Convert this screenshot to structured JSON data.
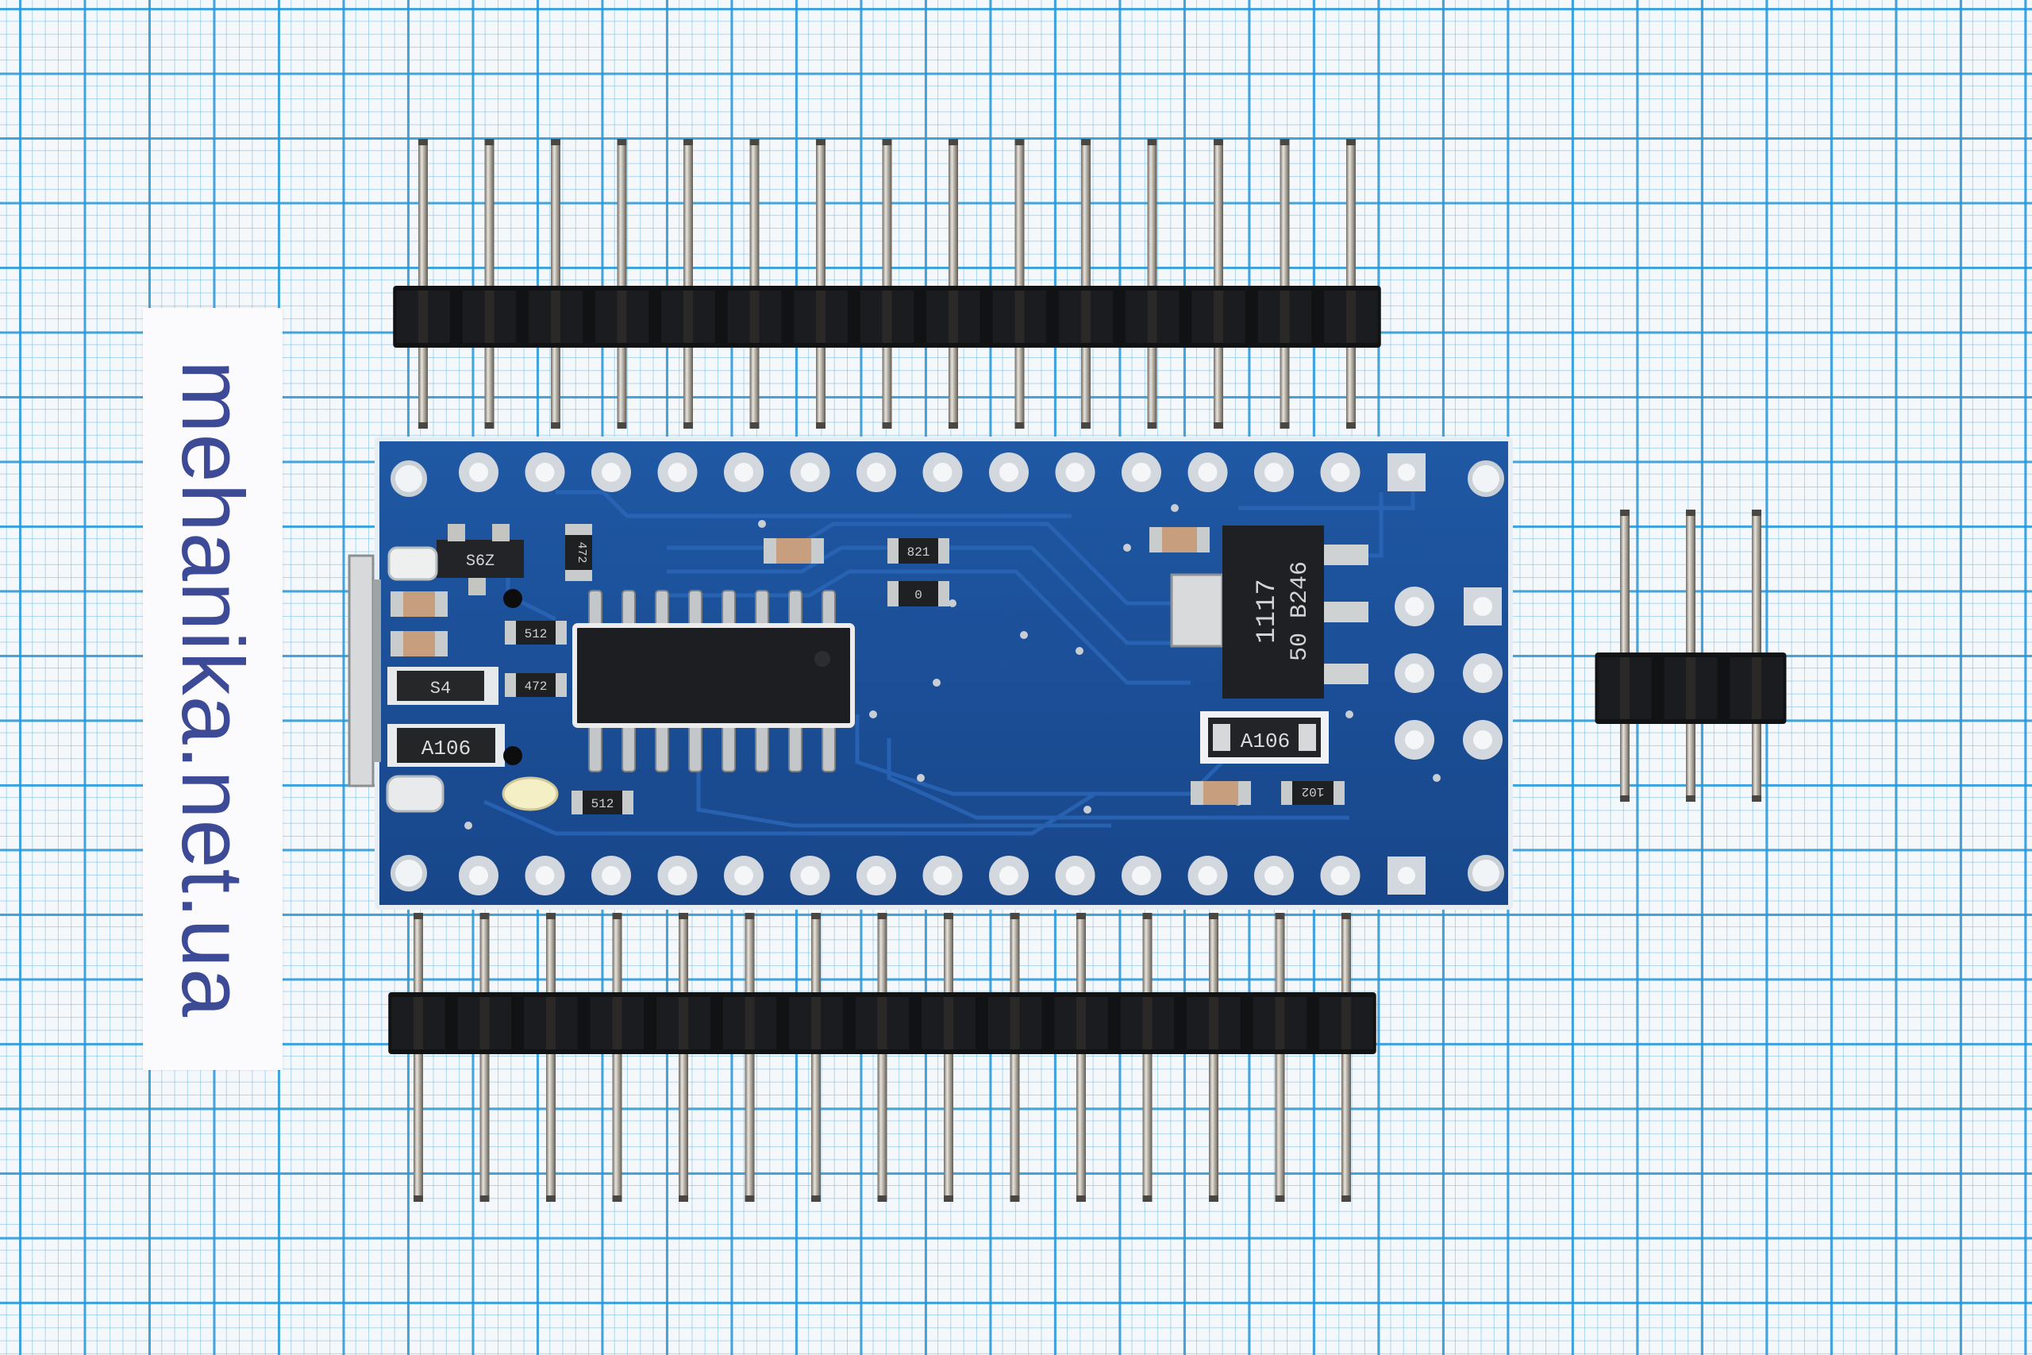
{
  "watermark": {
    "text": "mehanika.net.ua"
  },
  "board": {
    "chip_markings": {
      "transistor": "S6Z",
      "resistor_r1": "472",
      "resistor_r2": "821",
      "resistor_r3": "0",
      "resistor_r4": "512",
      "resistor_r5": "472",
      "resistor_r6": "512",
      "resistor_r7": "102",
      "diode_small": "S4",
      "fuse_left": "A106",
      "fuse_right": "A106",
      "regulator_line1": "1117",
      "regulator_line2": "50 B246"
    },
    "colors": {
      "pcb": "#1c4f96",
      "pcb_edge": "#e4ebf2",
      "trace": "#235aa8",
      "pad": "#cfd6dd",
      "ic_body": "#1e1f22",
      "header_plastic": "#111214",
      "pin_metal": "#b9b4ab"
    }
  }
}
